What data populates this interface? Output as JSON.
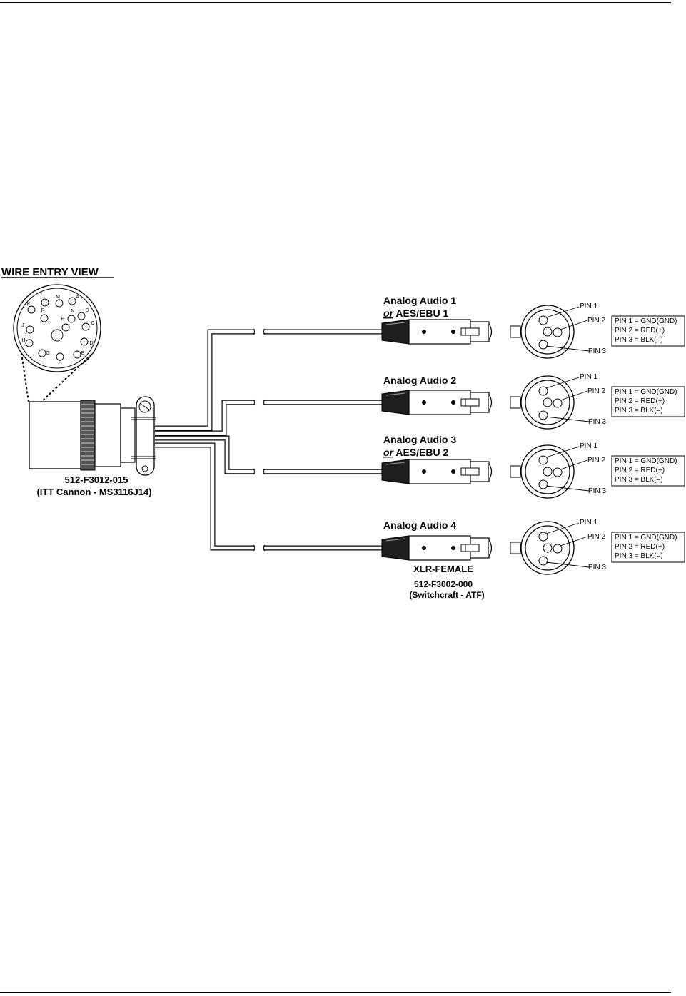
{
  "heading": "WIRE ENTRY VIEW",
  "pin_letters": [
    "K",
    "L",
    "M",
    "A",
    "R",
    "N",
    "B",
    "J",
    "P",
    "C",
    "H",
    "D",
    "G",
    "E",
    "F"
  ],
  "main_connector": {
    "part": "512-F3012-015",
    "desc": "(ITT Cannon - MS3116J14)"
  },
  "outputs": [
    {
      "line1": "Analog Audio 1",
      "alt_or": "or",
      "alt": "AES/EBU 1"
    },
    {
      "line1": "Analog Audio 2",
      "alt_or": "",
      "alt": ""
    },
    {
      "line1": "Analog Audio 3",
      "alt_or": "or",
      "alt": "AES/EBU 2"
    },
    {
      "line1": "Analog Audio 4",
      "alt_or": "",
      "alt": ""
    }
  ],
  "xlr": {
    "type": "XLR-FEMALE",
    "part": "512-F3002-000",
    "desc": "(Switchcraft - ATF)"
  },
  "pin_labels": {
    "p1": "PIN 1",
    "p2": "PIN 2",
    "p3": "PIN 3"
  },
  "pin_legend": [
    "PIN 1 = GND(GND)",
    "PIN 2 = RED(+)",
    "PIN 3 = BLK(–)"
  ]
}
